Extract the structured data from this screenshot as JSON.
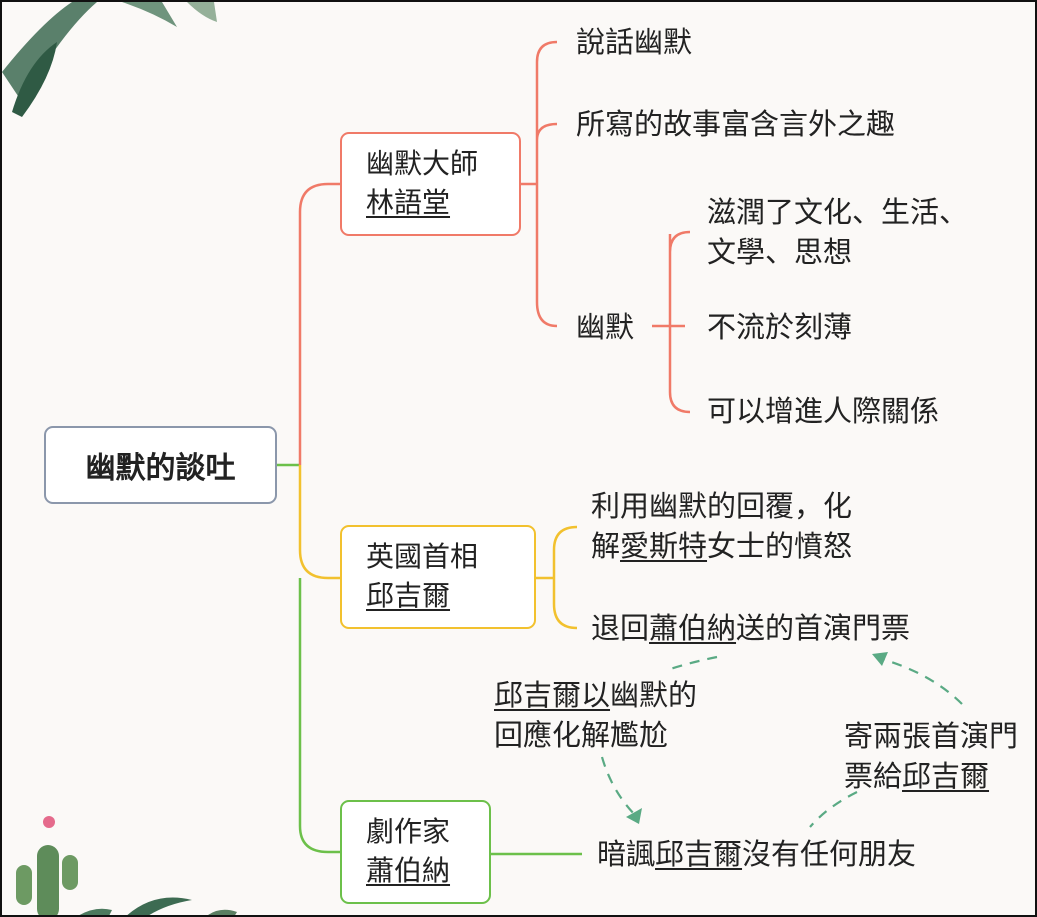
{
  "root": {
    "label": "幽默的談吐"
  },
  "branches": [
    {
      "color": "#f07a68",
      "node": {
        "line1": "幽默大師",
        "line2": "林語堂"
      },
      "children": [
        {
          "label": "說話幽默"
        },
        {
          "label": "所寫的故事富含言外之趣"
        },
        {
          "label": "幽默",
          "children": [
            {
              "line1": "滋潤了文化、生活、",
              "line2": "文學、思想"
            },
            {
              "label": "不流於刻薄"
            },
            {
              "label": "可以增進人際關係"
            }
          ]
        }
      ]
    },
    {
      "color": "#f2c12e",
      "node": {
        "line1": "英國首相",
        "line2": "邱吉爾"
      },
      "children": [
        {
          "line1": "利用幽默的回覆，化",
          "line2_pre": "解",
          "line2_u": "愛斯特",
          "line2_post": "女士的憤怒"
        },
        {
          "pre": "退回",
          "u": "蕭伯納",
          "post": "送的首演門票"
        }
      ]
    },
    {
      "color": "#6cc04a",
      "node": {
        "line1": "劇作家",
        "line2": "蕭伯納"
      },
      "children": [
        {
          "pre": "暗諷",
          "u": "邱吉爾",
          "post": "沒有任何朋友"
        }
      ]
    }
  ],
  "annotations": {
    "left": {
      "line1_u": "邱吉爾以",
      "line1_post": "幽默的",
      "line2": "回應化解尷尬"
    },
    "right": {
      "line1": "寄兩張首演門",
      "line2_pre": "票給",
      "line2_u": "邱吉爾"
    }
  },
  "colors": {
    "connector_dashed": "#5aaa84",
    "root_border": "#8b97ab"
  }
}
